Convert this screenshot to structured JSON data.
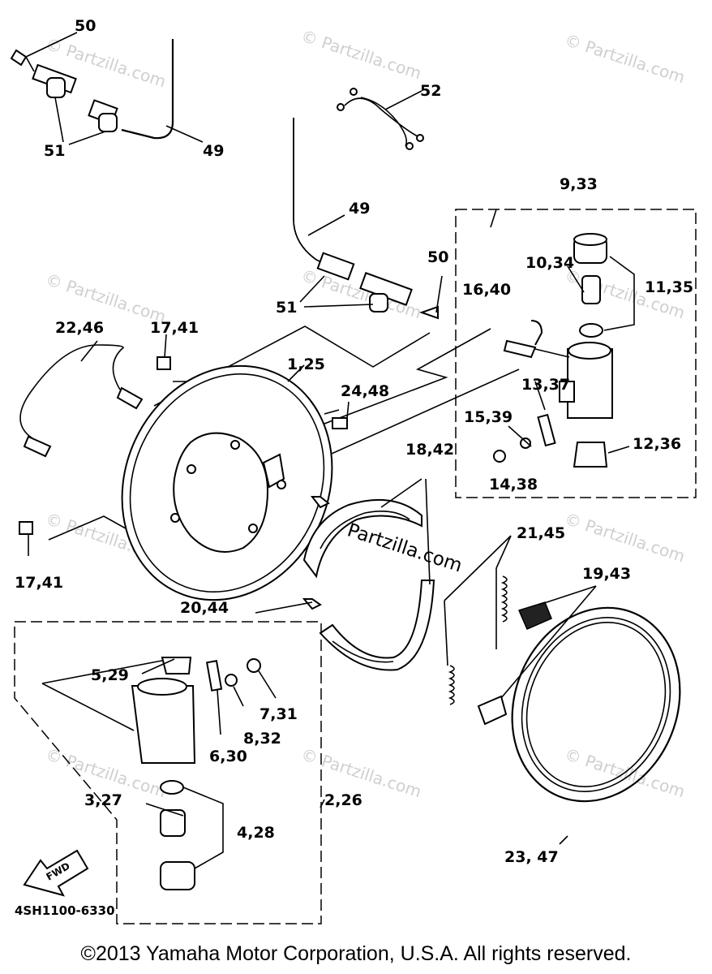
{
  "diagram": {
    "callouts": [
      {
        "id": "c50a",
        "text": "50"
      },
      {
        "id": "c51a",
        "text": "51"
      },
      {
        "id": "c49a",
        "text": "49"
      },
      {
        "id": "c52",
        "text": "52"
      },
      {
        "id": "c933",
        "text": "9,33"
      },
      {
        "id": "c49b",
        "text": "49"
      },
      {
        "id": "c50b",
        "text": "50"
      },
      {
        "id": "c1034",
        "text": "10,34"
      },
      {
        "id": "c1135",
        "text": "11,35"
      },
      {
        "id": "c51b",
        "text": "51"
      },
      {
        "id": "c1640",
        "text": "16,40"
      },
      {
        "id": "c1741a",
        "text": "17,41"
      },
      {
        "id": "c2246",
        "text": "22,46"
      },
      {
        "id": "c125",
        "text": "1,25"
      },
      {
        "id": "c1337",
        "text": "13,37"
      },
      {
        "id": "c2448",
        "text": "24,48"
      },
      {
        "id": "c1539",
        "text": "15,39"
      },
      {
        "id": "c1236",
        "text": "12,36"
      },
      {
        "id": "c1842",
        "text": "18,42"
      },
      {
        "id": "c1438",
        "text": "14,38"
      },
      {
        "id": "c2145",
        "text": "21,45"
      },
      {
        "id": "c1741b",
        "text": "17,41"
      },
      {
        "id": "c1943",
        "text": "19,43"
      },
      {
        "id": "c2044",
        "text": "20,44"
      },
      {
        "id": "c529",
        "text": "5,29"
      },
      {
        "id": "c731",
        "text": "7,31"
      },
      {
        "id": "c832",
        "text": "8,32"
      },
      {
        "id": "c630",
        "text": "6,30"
      },
      {
        "id": "c327",
        "text": "3,27"
      },
      {
        "id": "c226",
        "text": "2,26"
      },
      {
        "id": "c428",
        "text": "4,28"
      },
      {
        "id": "c2347",
        "text": "23, 47"
      }
    ],
    "watermark_small": "© Partzilla.com",
    "watermark_center": "© Partzilla.com",
    "fwd_label": "FWD",
    "diagram_code": "4SH1100-6330"
  },
  "footer": {
    "copyright": "©2013 Yamaha Motor Corporation, U.S.A. All rights reserved."
  }
}
